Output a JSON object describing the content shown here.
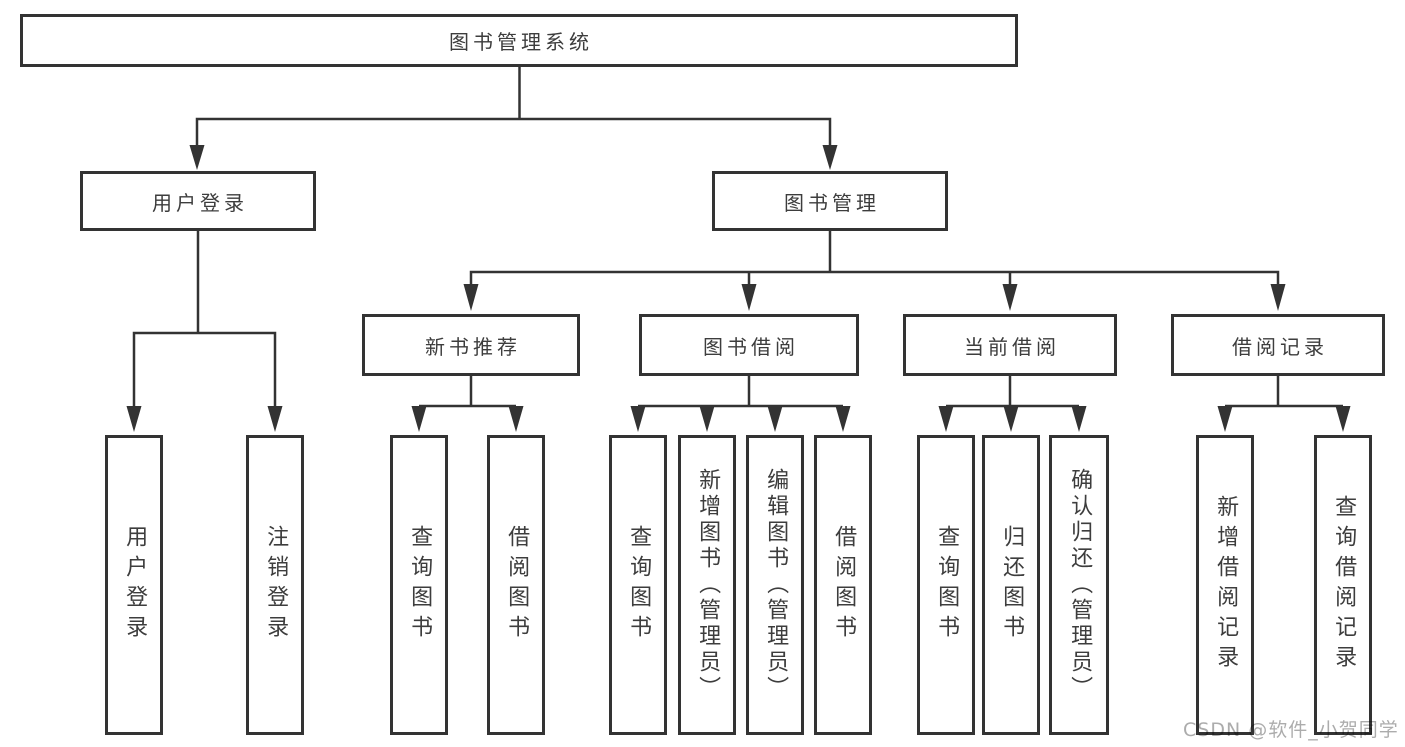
{
  "tree": {
    "root": "图书管理系统",
    "branches": [
      {
        "label": "用户登录",
        "children": [
          "用户登录",
          "注销登录"
        ]
      },
      {
        "label": "图书管理",
        "groups": [
          {
            "label": "新书推荐",
            "children": [
              "查询图书",
              "借阅图书"
            ]
          },
          {
            "label": "图书借阅",
            "children": [
              "查询图书",
              "新增图书（管理员）",
              "编辑图书（管理员）",
              "借阅图书"
            ]
          },
          {
            "label": "当前借阅",
            "children": [
              "查询图书",
              "归还图书",
              "确认归还（管理员）"
            ]
          },
          {
            "label": "借阅记录",
            "children": [
              "新增借阅记录",
              "查询借阅记录"
            ]
          }
        ]
      }
    ]
  },
  "watermark": "CSDN @软件_小贺同学",
  "colors": {
    "line": "#333333",
    "text": "#3d3d3d",
    "background": "#ffffff",
    "watermark": "#9e9e9e"
  }
}
